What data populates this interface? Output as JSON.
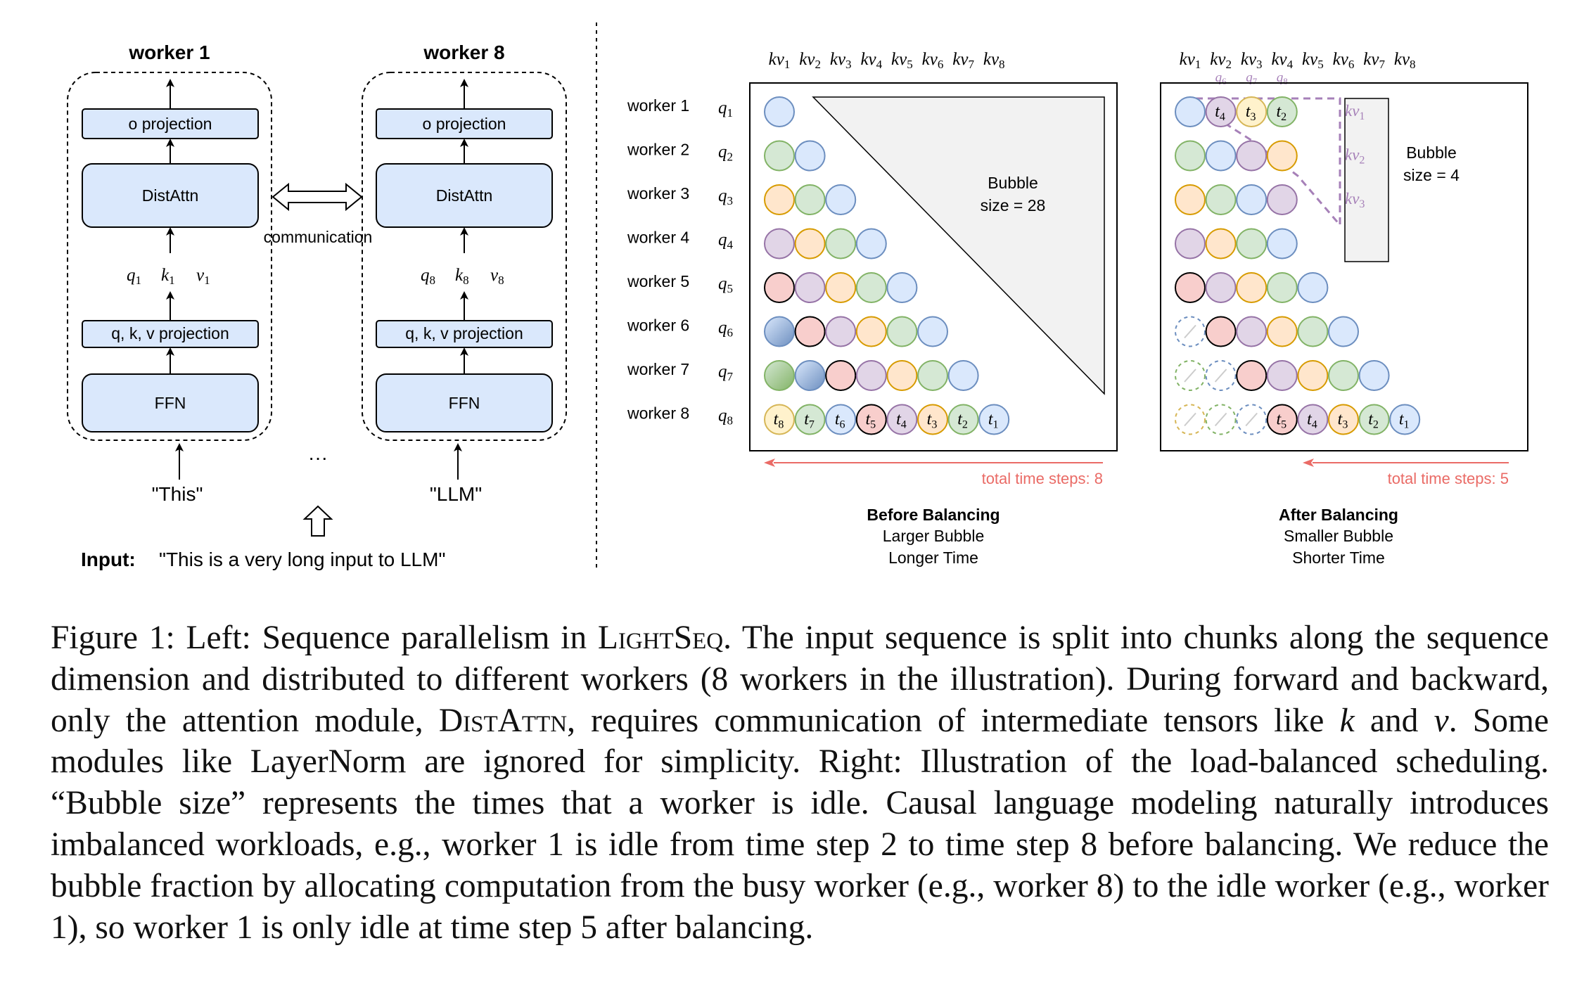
{
  "left": {
    "worker1_title": "worker 1",
    "worker8_title": "worker 8",
    "o_projection": "o projection",
    "distattn": "DistAttn",
    "qkv_projection": "q, k, v projection",
    "ffn": "FFN",
    "communication": "communication",
    "w1_vars": [
      "q",
      "1",
      "k",
      "1",
      "v",
      "1"
    ],
    "w8_vars": [
      "q",
      "8",
      "k",
      "8",
      "v",
      "8"
    ],
    "ellipsis": "···",
    "token1": "\"This\"",
    "token8": "\"LLM\"",
    "input_label": "Input:",
    "input_text": "\"This is a very long input to LLM\""
  },
  "right": {
    "kv_labels": [
      "1",
      "2",
      "3",
      "4",
      "5",
      "6",
      "7",
      "8"
    ],
    "worker_labels": [
      "worker 1",
      "worker 2",
      "worker 3",
      "worker 4",
      "worker 5",
      "worker 6",
      "worker 7",
      "worker 8"
    ],
    "q_subs": [
      "1",
      "2",
      "3",
      "4",
      "5",
      "6",
      "7",
      "8"
    ],
    "before_bubble": "Bubble",
    "before_size": "size = 28",
    "after_bubble": "Bubble",
    "after_size": "size = 4",
    "before_time": "total time steps: 8",
    "after_time": "total time steps: 5",
    "before_title": "Before Balancing",
    "before_sub1": "Larger Bubble",
    "before_sub2": "Longer Time",
    "after_title": "After Balancing",
    "after_sub1": "Smaller Bubble",
    "after_sub2": "Shorter Time",
    "shifted_q": [
      "6",
      "7",
      "8"
    ],
    "shifted_kv": [
      "1",
      "2",
      "3"
    ],
    "t_labels_before": [
      "8",
      "7",
      "6",
      "5",
      "4",
      "3",
      "2",
      "1"
    ],
    "t_labels_after_row1": [
      "4",
      "3",
      "2"
    ],
    "t_labels_after_row8": [
      "5",
      "4",
      "3",
      "2",
      "1"
    ]
  },
  "colors": {
    "blue": "#dae8fc",
    "blue_stroke": "#6c8ebf",
    "green": "#d5e8d4",
    "green_stroke": "#82b366",
    "orange": "#ffe6cc",
    "orange_stroke": "#d79b00",
    "purple": "#e1d5e7",
    "purple_stroke": "#9673a6",
    "red": "#f8cecc",
    "red_stroke": "#b85450",
    "yellow": "#fff2cc",
    "yellow_stroke": "#d6b656",
    "arrow_red": "#ea6b66",
    "dash_purple": "#a680b8"
  },
  "caption": {
    "p1": "Figure 1: Left: Sequence parallelism in ",
    "lightseq": "LightSeq",
    "p2": ". The input sequence is split into chunks along the sequence dimension and distributed to different workers (8 workers in the illustration). During forward and backward, only the attention module, ",
    "distattn": "DistAttn",
    "p3": ", requires communication of intermediate tensors like ",
    "k": "k",
    "and": " and ",
    "v": "v",
    "p4": ".  Some modules like LayerNorm are ignored for simplicity.  Right: Illustration of the load-balanced scheduling. “Bubble size” represents the times that a worker is idle. Causal language modeling naturally introduces imbalanced workloads, e.g., worker 1 is idle from time step 2 to time step 8 before balancing. We reduce the bubble fraction by allocating computation from the busy worker (e.g., worker 8) to the idle worker (e.g., worker 1), so worker 1 is only idle at time step 5 after balancing."
  }
}
